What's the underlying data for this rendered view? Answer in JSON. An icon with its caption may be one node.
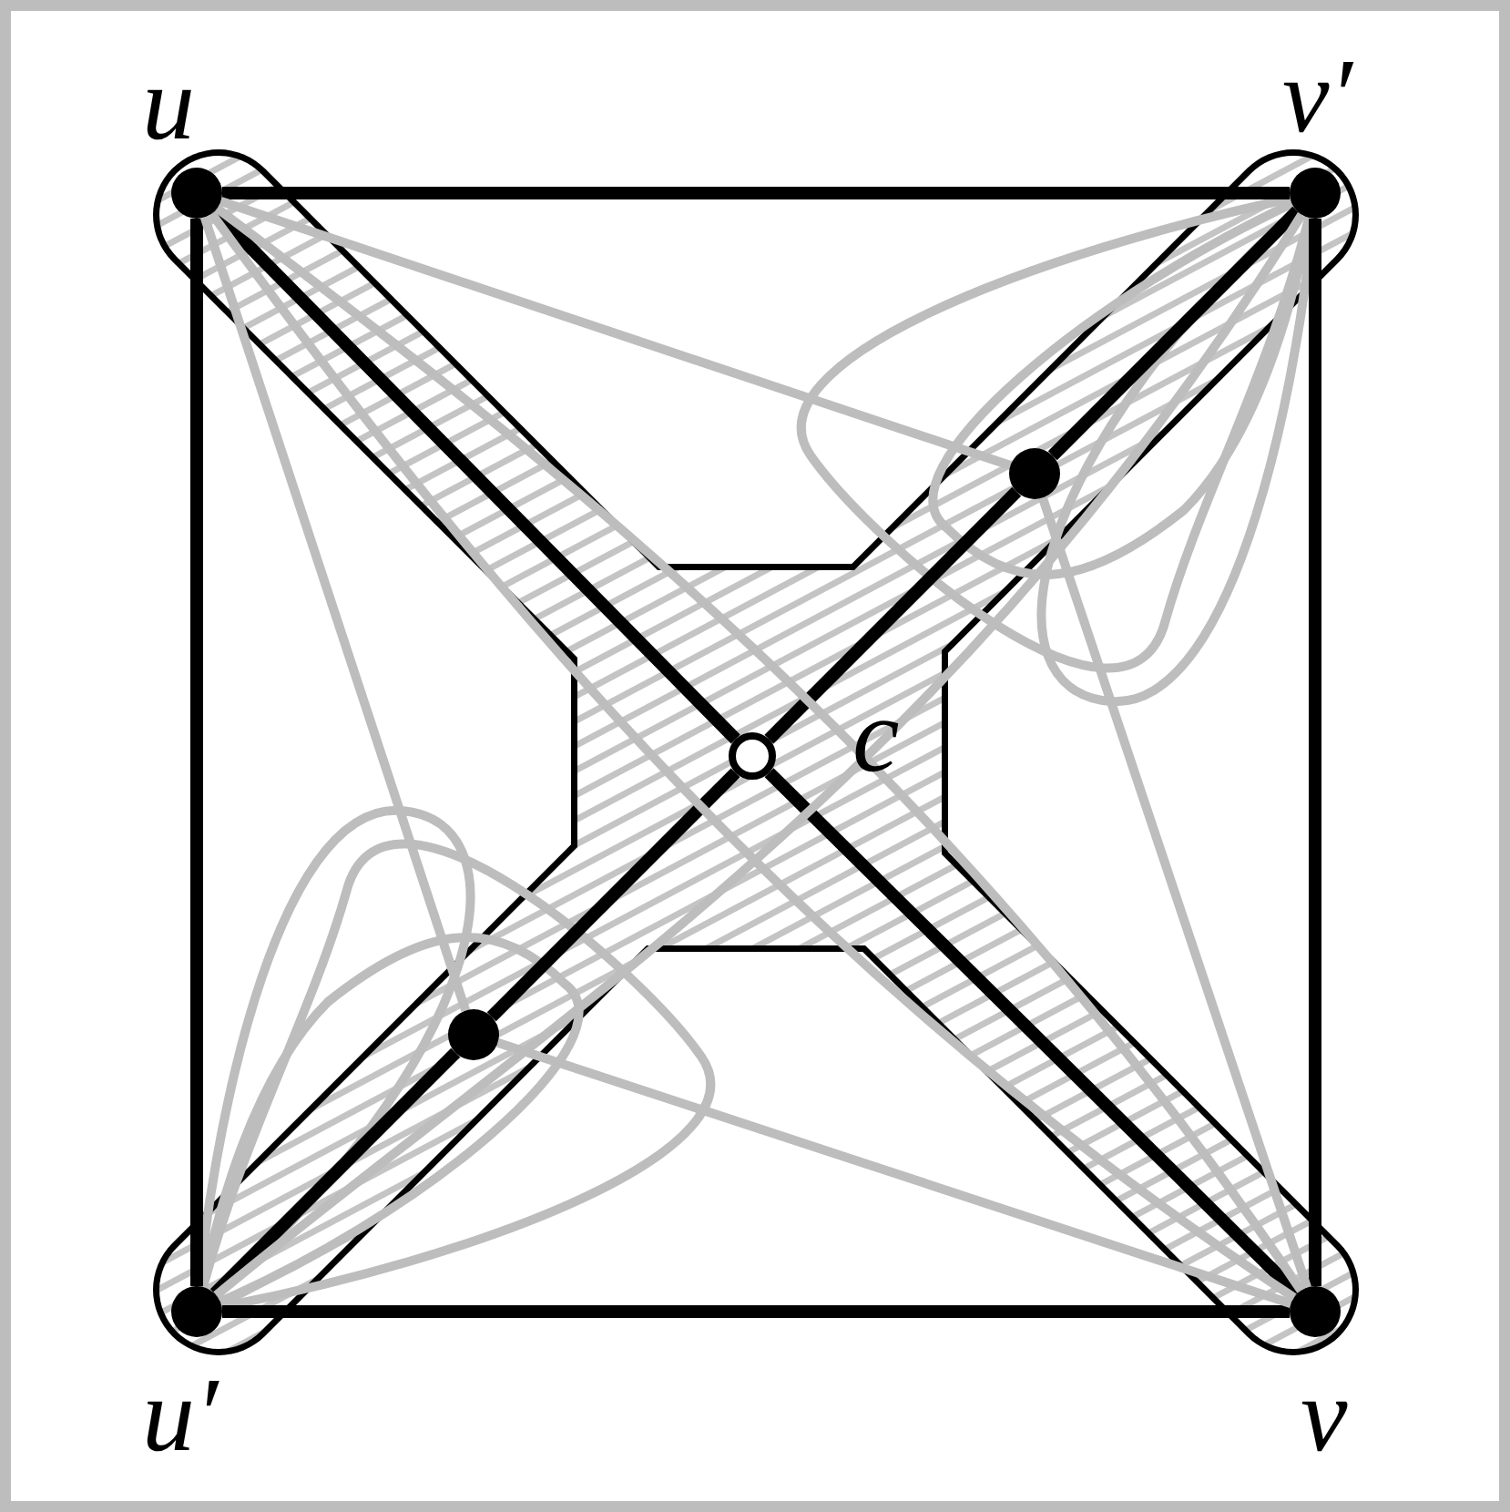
{
  "diagram": {
    "nodes": [
      {
        "text": [
          "u"
        ]
      },
      {
        "text": [
          "v′"
        ]
      },
      {
        "text": [],
        "shape": "circle"
      },
      {
        "text": [],
        "shape": "circle",
        "beside": [
          "c"
        ]
      },
      {
        "text": [],
        "shape": "circle"
      },
      {
        "text": [
          "u′"
        ]
      },
      {
        "text": [
          "v"
        ]
      }
    ],
    "edges": [
      {
        "from": 0,
        "to": 1,
        "arrow": "none"
      },
      {
        "from": 1,
        "to": 6,
        "arrow": "none"
      },
      {
        "from": 6,
        "to": 5,
        "arrow": "none"
      },
      {
        "from": 5,
        "to": 0,
        "arrow": "none"
      },
      {
        "from": 0,
        "to": 3,
        "arrow": "none"
      },
      {
        "from": 3,
        "to": 6,
        "arrow": "none"
      },
      {
        "from": 5,
        "to": 4,
        "arrow": "none"
      },
      {
        "from": 4,
        "to": 3,
        "arrow": "none"
      },
      {
        "from": 3,
        "to": 2,
        "arrow": "none"
      },
      {
        "from": 2,
        "to": 1,
        "arrow": "none"
      },
      {
        "from": 0,
        "to": 2,
        "arrow": "none",
        "color": "#bdbdbd"
      },
      {
        "from": 2,
        "to": 6,
        "arrow": "none",
        "color": "#bdbdbd"
      },
      {
        "from": 0,
        "to": 4,
        "arrow": "none",
        "color": "#bdbdbd"
      },
      {
        "from": 4,
        "to": 6,
        "arrow": "none",
        "color": "#bdbdbd"
      },
      {
        "from": 0,
        "to": 6,
        "arrow": "none",
        "color": "#bdbdbd"
      },
      {
        "from": 0,
        "to": 6,
        "arrow": "none",
        "color": "#bdbdbd"
      },
      {
        "from": 5,
        "to": 1,
        "arrow": "none",
        "color": "#bdbdbd"
      }
    ]
  }
}
